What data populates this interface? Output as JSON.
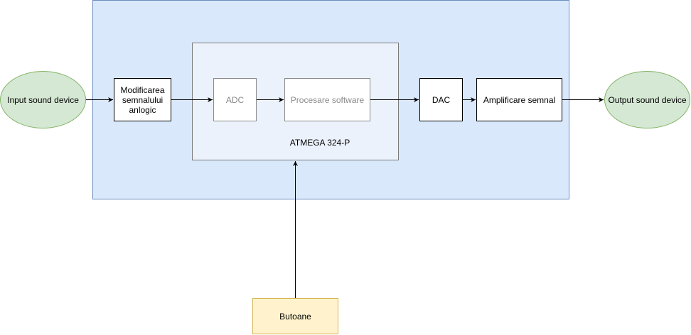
{
  "diagram": {
    "input_device": "Input sound device",
    "signal_conditioning": "Modificarea\nsemnalului\nanlogic",
    "adc": "ADC",
    "software_processing": "Procesare software",
    "mcu_label": "ATMEGA 324-P",
    "dac": "DAC",
    "amplifier": "Amplificare semnal",
    "output_device": "Output sound device",
    "buttons": "Butoane"
  },
  "colors": {
    "outer_fill": "#dae8fc",
    "outer_stroke": "#6c8ebf",
    "mcu_fill": "#ecf2fc",
    "ellipse_fill": "#d5e8d4",
    "ellipse_stroke": "#82b366",
    "buttons_fill": "#fff2cc",
    "buttons_stroke": "#d6b656"
  }
}
